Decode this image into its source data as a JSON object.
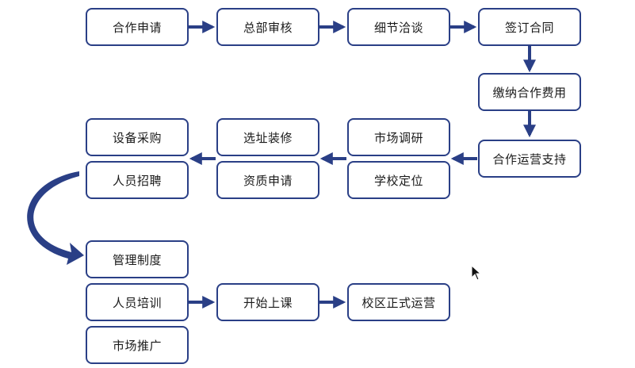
{
  "steps": {
    "apply": "合作申请",
    "hq_review": "总部审核",
    "negotiate": "细节洽谈",
    "sign": "签订合同",
    "pay": "缴纳合作费用",
    "support": "合作运营支持",
    "market_research": "市场调研",
    "school_position": "学校定位",
    "site_decor": "选址装修",
    "qualification": "资质申请",
    "equipment": "设备采购",
    "recruit": "人员招聘",
    "management": "管理制度",
    "training": "人员培训",
    "marketing": "市场推广",
    "start_class": "开始上课",
    "operate": "校区正式运营"
  },
  "colors": {
    "border": "#2a3f86",
    "arrow": "#2a3f86"
  }
}
